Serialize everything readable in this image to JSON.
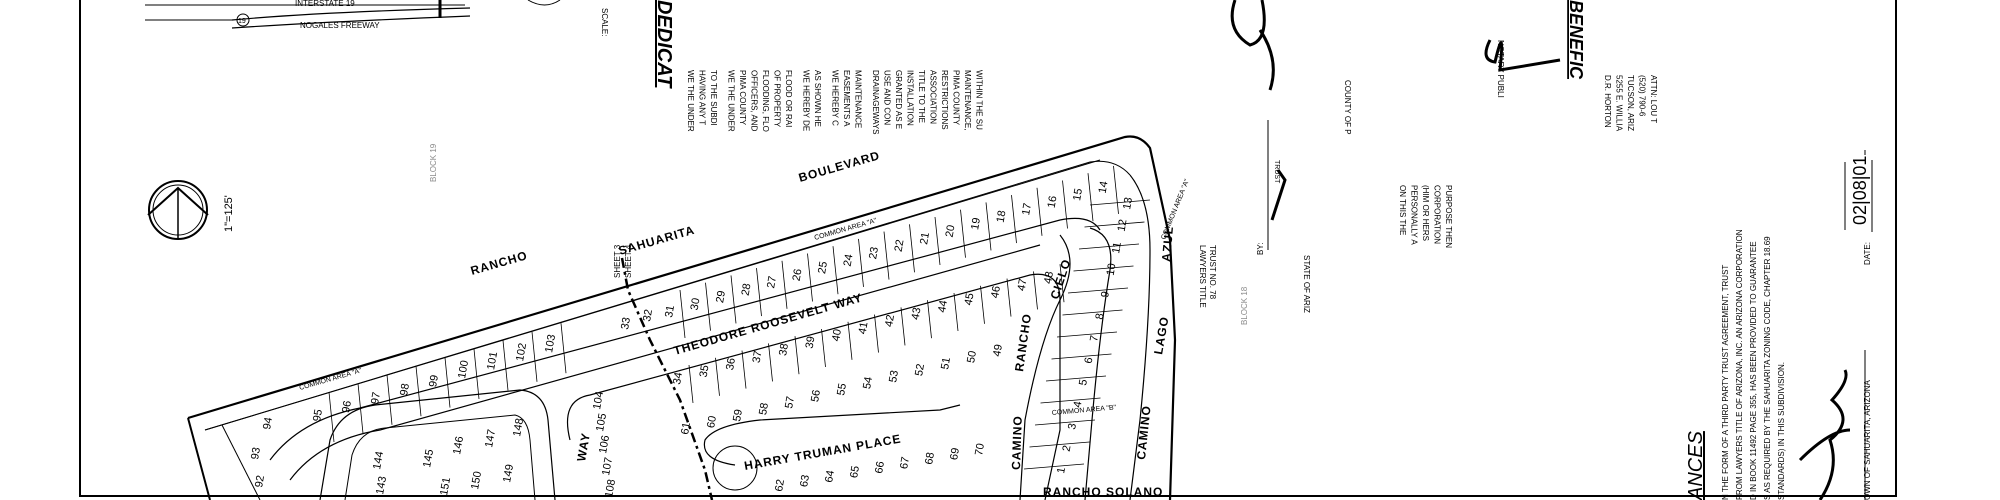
{
  "vicinity": {
    "interstate": "INTERSTATE 19",
    "freeway": "NOGALES FREEWAY",
    "shield": "19"
  },
  "scale_label": "SCALE:",
  "north_scale": "1\"=125'",
  "roads": {
    "rancho": "RANCHO",
    "sahuarita": "SAHUARITA",
    "boulevard": "BOULEVARD",
    "theodore": "THEODORE ROOSEVELT WAY",
    "harry": "HARRY TRUMAN PLACE",
    "cielo": "CIELO",
    "rancho2": "RANCHO",
    "lago": "LAGO",
    "azul": "AZUL",
    "camino1": "CAMINO",
    "camino2": "CAMINO",
    "rancho_solano": "RANCHO SOLANO",
    "way": "WAY"
  },
  "common_areas": [
    "COMMON AREA \"A\"",
    "COMMON AREA \"A\"",
    "COMMON AREA \"A\"",
    "COMMON AREA \"B\""
  ],
  "sheet_match": [
    "SHEET 3",
    "SHEET 4"
  ],
  "dedication": {
    "heading": "DEDICAT",
    "lines": [
      "WE THE UNDER",
      "HAVING ANY T",
      "TO THE SUBDI",
      "",
      "WE THE UNDER",
      "PIMA COUNTY",
      "OFFICERS, AND",
      "FLOODING, FLO",
      "OF PROPERTY",
      "FLOOD OR RAI",
      "",
      "WE HEREBY DE",
      "AS SHOWN HE",
      "",
      "WE HEREBY C",
      "EASEMENTS A",
      "MAINTENANCE",
      "",
      "DRAINAGEWAYS",
      "USE AND CON",
      "GRANTED AS E",
      "INSTALLATION",
      "TITLE TO THE",
      "ASSOCIATION",
      "RESTRICTIONS",
      "PIMA COUNTY",
      "MAINTENANCE,",
      "WITHIN THE SU"
    ]
  },
  "trust_block": [
    "LAWYERS TITLE",
    "TRUST NO. 78"
  ],
  "by_label": "BY:",
  "trust_sig": "TRUST",
  "state_line": "STATE OF ARIZ",
  "county_line": "COUNTY OF P",
  "notary_lines": [
    "ON THIS THE",
    "PERSONALLY A",
    "(HIM OR HERS",
    "CORPORATION",
    "PURPOSE THEN"
  ],
  "notary_public": "NOTARY PUBLI",
  "beneficiary": {
    "heading": "BENEFIC",
    "lines": [
      "D.R. HORTON",
      "5255 E. WILLIA",
      "TUCSON, ARIZ",
      "(520) 790-6",
      "ATTN: LOU T"
    ]
  },
  "assurances": {
    "heading": "ANCES",
    "lines": [
      "N THE FORM OF A THIRD PARTY TRUST AGREEMENT, TRUST",
      "FROM LAWYERS TITLE OF ARIZONA, INC. AN ARIZONA CORPORATION",
      "D IN BOOK 11492 PAGE 355, HAS BEEN PROVIDED TO GUARANTEE",
      "S AS REQUIRED BY THE SAHUARITA ZONING CODE, CHAPTER 18.69",
      "STANDARDS) IN THIS SUBDIVISION."
    ],
    "town": "OWN OF SAHUARITA, ARIZONA",
    "date_label": "DATE:",
    "date_value": "02|08|01"
  },
  "faded_blocks": [
    "BLOCK 19",
    "BLOCK 18"
  ],
  "lots": {
    "row_top": [
      "31",
      "30",
      "29",
      "28",
      "27",
      "26",
      "25",
      "24",
      "23",
      "22",
      "21",
      "20",
      "19",
      "18",
      "17",
      "16",
      "15",
      "14"
    ],
    "row_left_top": [
      "95",
      "96",
      "97",
      "98",
      "99",
      "100",
      "101",
      "102",
      "103"
    ],
    "row_mid": [
      "34",
      "35",
      "36",
      "37",
      "38",
      "39",
      "40",
      "41",
      "42",
      "43",
      "44",
      "45",
      "46",
      "47",
      "48"
    ],
    "row_lower": [
      "61",
      "60",
      "59",
      "58",
      "57",
      "56",
      "55",
      "54",
      "53",
      "52",
      "51",
      "50",
      "49"
    ],
    "row_bottom": [
      "62",
      "63",
      "64",
      "65",
      "66",
      "67",
      "68",
      "69",
      "70"
    ],
    "col_right": [
      "13",
      "12",
      "11",
      "10",
      "9",
      "8",
      "7",
      "6",
      "5",
      "4",
      "3",
      "2",
      "1"
    ],
    "west_inner": [
      "144",
      "145",
      "146",
      "147",
      "148",
      "143",
      "151",
      "150",
      "149"
    ],
    "west_edge": [
      "94",
      "93",
      "92"
    ],
    "west_col": [
      "104",
      "105",
      "106",
      "107",
      "108"
    ],
    "misc": [
      "32",
      "33"
    ]
  }
}
